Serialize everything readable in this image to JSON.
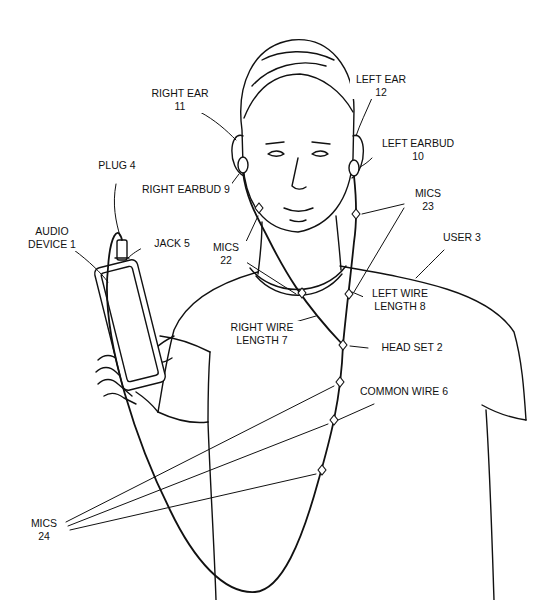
{
  "diagram": {
    "labels": [
      "RIGHT EAR 11",
      "LEFT EAR 12",
      "LEFT EARBUD 10",
      "PLUG 4",
      "RIGHT EARBUD 9",
      "MICS 23",
      "AUDIO DEVICE 1",
      "JACK 5",
      "USER 3",
      "MICS 22",
      "LEFT WIRE LENGTH 8",
      "RIGHT WIRE LENGTH 7",
      "HEAD SET 2",
      "COMMON WIRE 6",
      "MICS 24"
    ]
  }
}
